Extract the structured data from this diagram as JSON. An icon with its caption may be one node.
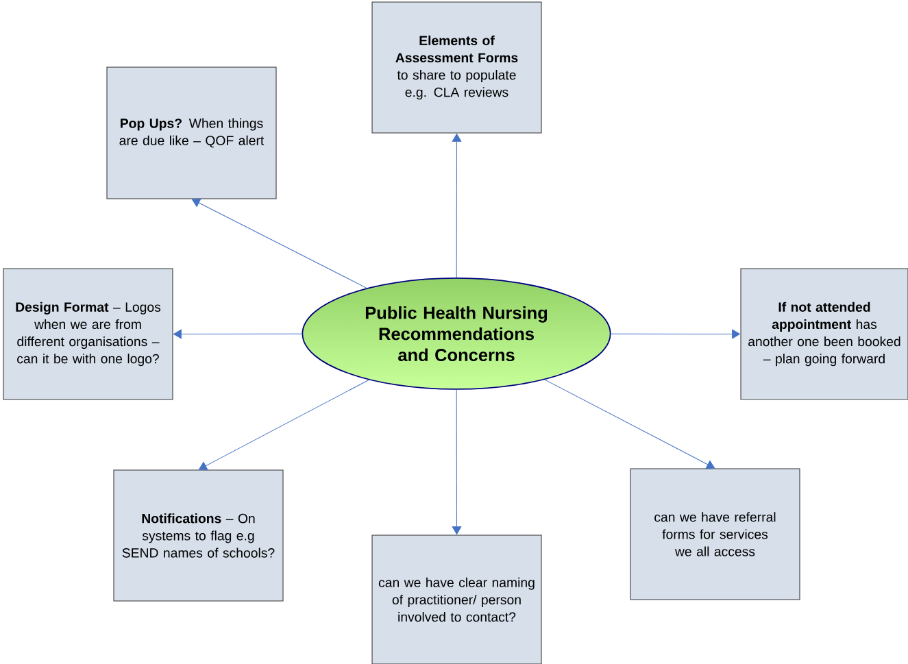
{
  "diagram": {
    "nodes": [
      {
        "text": [
          "Public Health Nursing Recommendations and Concerns"
        ]
      },
      {
        "text": [
          "**Elements of Assessment Forms** to share to populate e.g. CLA reviews"
        ]
      },
      {
        "text": [
          "**Pop Ups?** When things are due like – QOF alert"
        ]
      },
      {
        "text": [
          "**Design Format** – Logos when we are from different organisations – can it  be with one logo?"
        ]
      },
      {
        "text": [
          "**If not attended appointment** has another one been booked – plan going forward"
        ]
      },
      {
        "text": [
          "**Notifications** – On systems to flag e.g SEND names of schools?"
        ]
      },
      {
        "text": [
          "can we have clear naming of practitioner/ person involved to contact?"
        ]
      },
      {
        "text": [
          "can we have referral forms for services we all access"
        ]
      }
    ],
    "edges": [
      {
        "from": 0,
        "to": 1,
        "arrow": "to"
      },
      {
        "from": 0,
        "to": 2,
        "arrow": "to"
      },
      {
        "from": 0,
        "to": 3,
        "arrow": "to"
      },
      {
        "from": 0,
        "to": 4,
        "arrow": "to"
      },
      {
        "from": 0,
        "to": 5,
        "arrow": "to"
      },
      {
        "from": 0,
        "to": 6,
        "arrow": "to"
      },
      {
        "from": 0,
        "to": 7,
        "arrow": "to"
      }
    ]
  }
}
